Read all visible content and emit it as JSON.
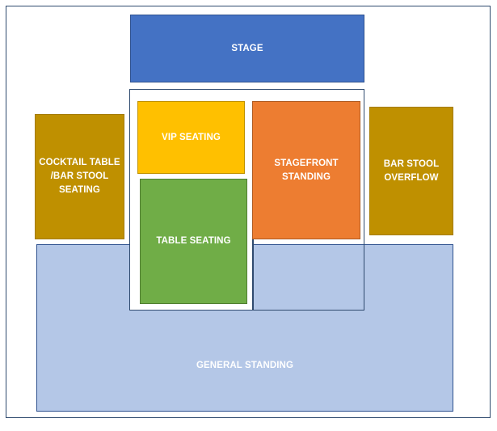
{
  "diagram": {
    "zones": {
      "stage": {
        "label": "STAGE",
        "color": "#4472C4"
      },
      "vip_seating": {
        "label": "VIP SEATING",
        "color": "#FFC000"
      },
      "stagefront_standing": {
        "label": "STAGEFRONT\nSTANDING",
        "color": "#ED7D31"
      },
      "table_seating": {
        "label": "TABLE SEATING",
        "color": "#70AD47"
      },
      "cocktail_seating": {
        "label": "COCKTAIL TABLE\n/BAR STOOL\nSEATING",
        "color": "#BF9000"
      },
      "bar_stool_overflow": {
        "label": "BAR STOOL\nOVERFLOW",
        "color": "#BF9000"
      },
      "general_standing": {
        "label": "GENERAL STANDING",
        "color": "#B4C7E7"
      }
    }
  }
}
